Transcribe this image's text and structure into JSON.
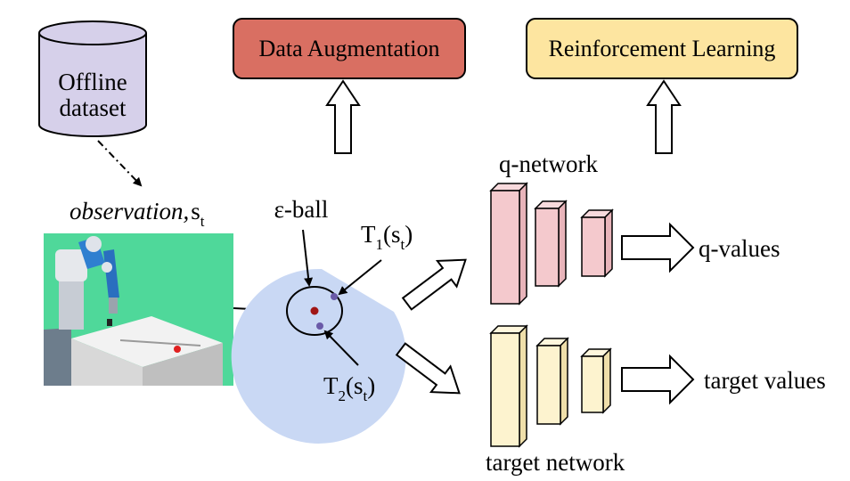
{
  "colors": {
    "data_aug_fill": "#d96f62",
    "rl_fill": "#fde5a0",
    "dataset_fill": "#d6d0ea",
    "qnet_front": "#f4c9cd",
    "qnet_side": "#e8b4ba",
    "qnet_top": "#f8dadd",
    "target_front": "#fdf3cf",
    "target_side": "#efdfaa",
    "target_top": "#fff7dd",
    "ball_region": "#c9d8f4",
    "center_point": "#a01515",
    "aug_point": "#6a5aa8",
    "scene_bg": "#4fd89a"
  },
  "boxes": {
    "data_augmentation": "Data Augmentation",
    "reinforcement_learning": "Reinforcement Learning"
  },
  "dataset": {
    "line1": "Offline",
    "line2": "dataset"
  },
  "observation": {
    "word": "observation,",
    "symbol": "s",
    "subscript": "t"
  },
  "eps_ball": {
    "label": "ε-ball"
  },
  "transforms": {
    "t1": {
      "name": "T",
      "index": "1",
      "arg_open": "(s",
      "arg_sub": "t",
      "arg_close": ")"
    },
    "t2": {
      "name": "T",
      "index": "2",
      "arg_open": "(s",
      "arg_sub": "t",
      "arg_close": ")"
    }
  },
  "networks": {
    "q_network": "q-network",
    "target_network": "target network",
    "q_values": "q-values",
    "target_values": "target values"
  },
  "icons": {
    "dataset": "database-cylinder-icon",
    "scene": "robot-arm-scene-image",
    "up_arrows": "hollow-up-arrow-icon",
    "right_arrows": "hollow-right-arrow-icon"
  }
}
